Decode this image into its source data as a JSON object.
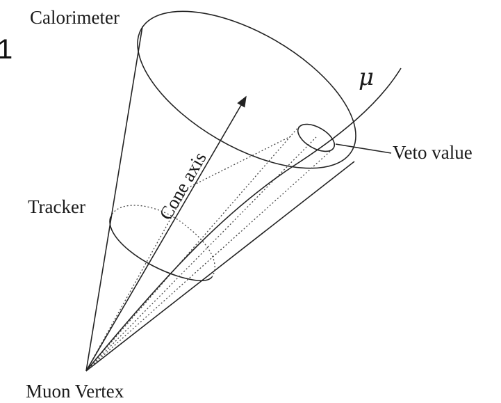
{
  "figure_number": "1",
  "labels": {
    "calorimeter": "Calorimeter",
    "muon_symbol": "μ",
    "veto_value": "Veto value",
    "tracker": "Tracker",
    "cone_axis": "Cone axis",
    "muon_vertex": "Muon Vertex"
  },
  "colors": {
    "line": "#222222",
    "text": "#1a1a1a",
    "background": "#ffffff"
  }
}
